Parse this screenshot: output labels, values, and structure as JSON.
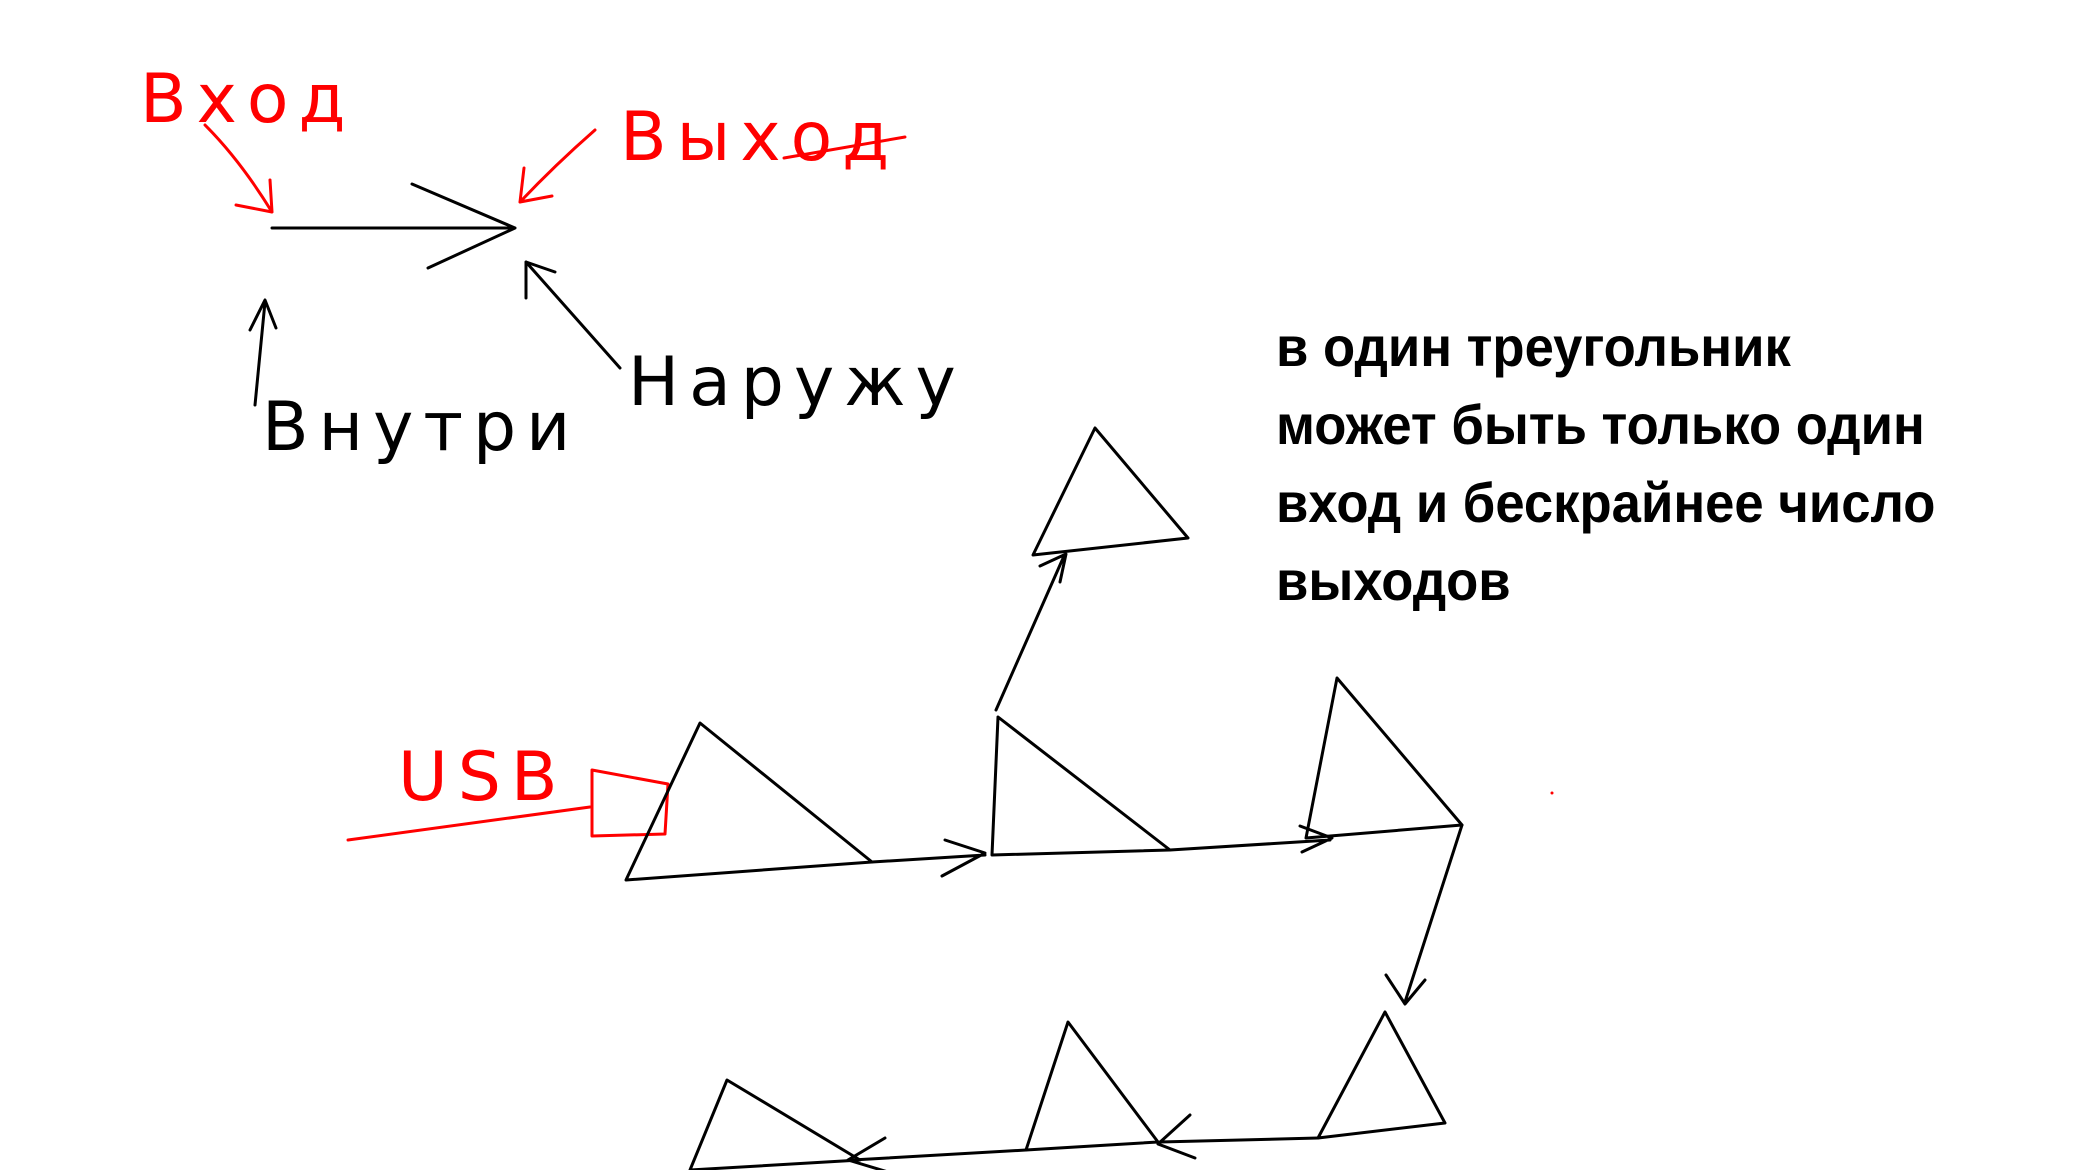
{
  "legend": {
    "input_label": "Вход",
    "output_label": "Выход",
    "inside_label": "Внутри",
    "outside_label": "Наружу"
  },
  "usb_label": "USB",
  "caption": "в один треугольник\nможет быть только один\nвход и бескрайнее число\nвыходов",
  "colors": {
    "annotation": "#ff0000",
    "ink": "#000000",
    "background": "#ffffff"
  }
}
